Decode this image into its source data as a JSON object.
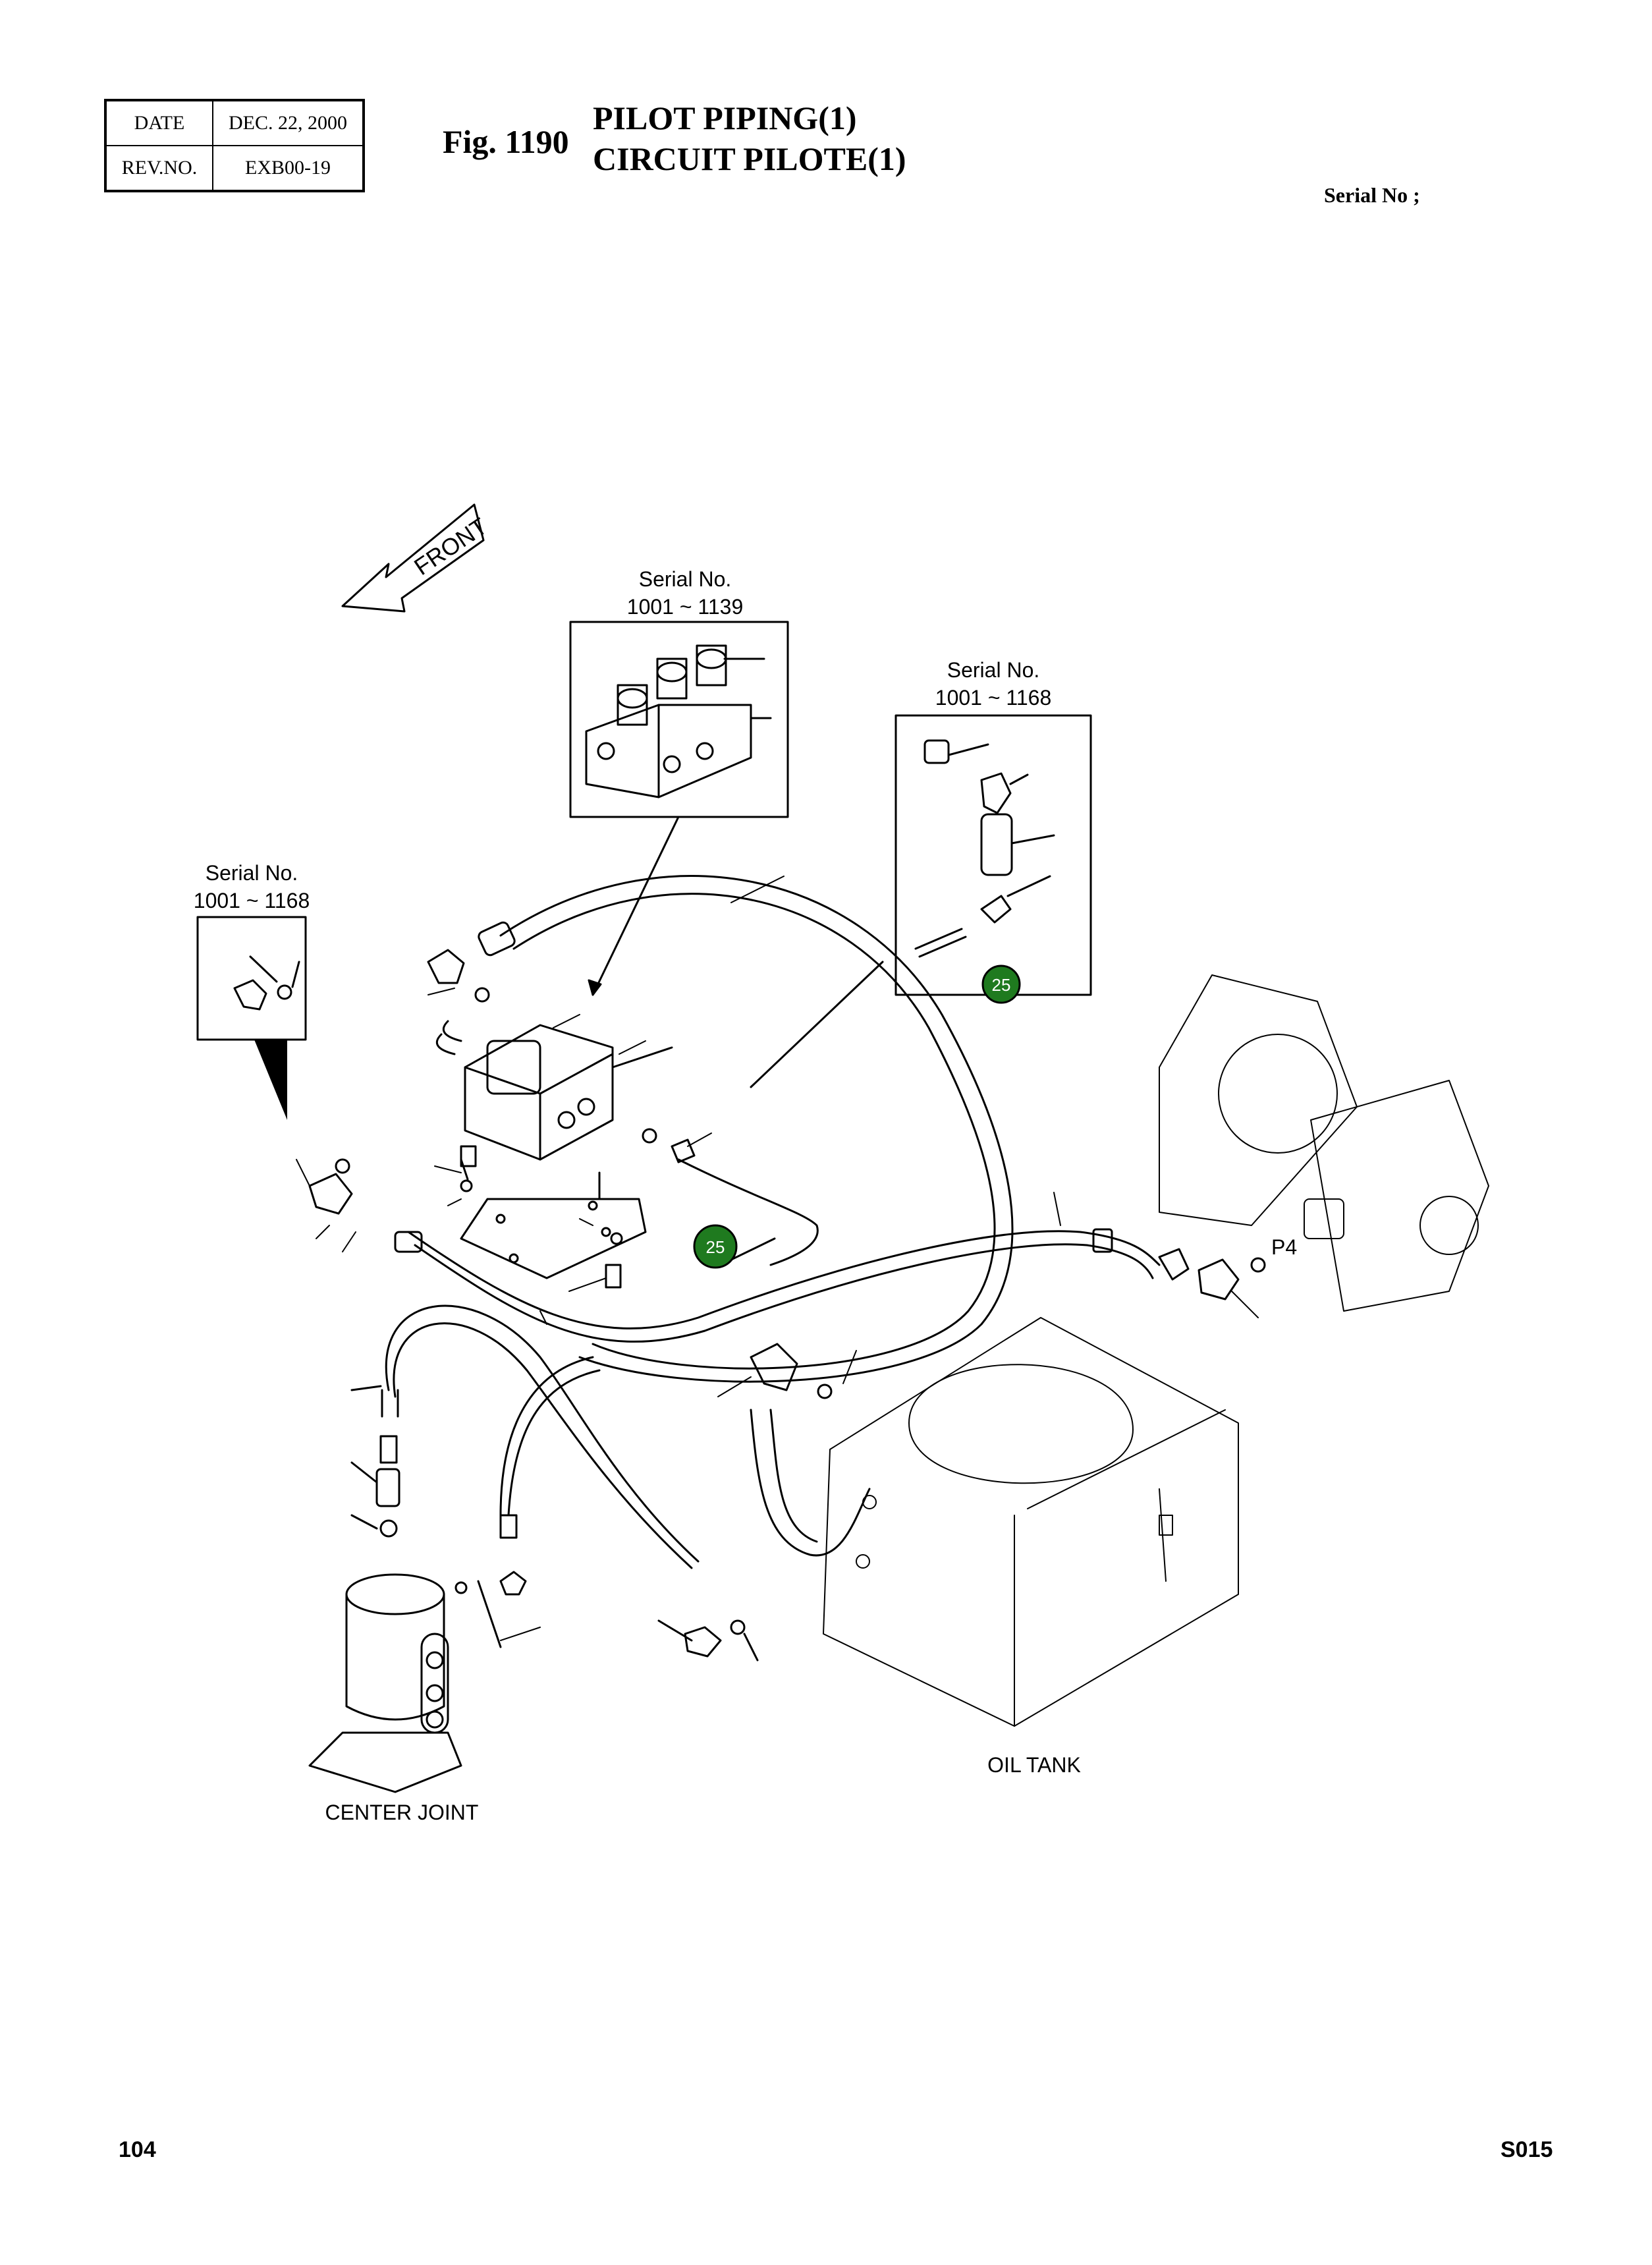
{
  "header": {
    "date_label": "DATE",
    "date_value": "DEC. 22, 2000",
    "rev_label": "REV.NO.",
    "rev_value": "EXB00-19"
  },
  "figure": {
    "fig_label": "Fig. 1190",
    "title_en": "PILOT PIPING(1)",
    "title_fr": "CIRCUIT PILOTE(1)",
    "serial_header": "Serial No ;"
  },
  "diagram": {
    "front_label": "FRONT",
    "insets": [
      {
        "serial_label": "Serial No.",
        "serial_range": "1001 ~ 1139"
      },
      {
        "serial_label": "Serial No.",
        "serial_range": "1001 ~ 1168"
      },
      {
        "serial_label": "Serial No.",
        "serial_range": "1001 ~ 1168"
      }
    ],
    "callouts": [
      "25",
      "25"
    ],
    "port_label": "P4",
    "components": {
      "oil_tank": "OIL TANK",
      "center_joint": "CENTER JOINT"
    },
    "callout_color": "#1f7a1f"
  },
  "footer": {
    "page_number": "104",
    "code": "S015"
  }
}
